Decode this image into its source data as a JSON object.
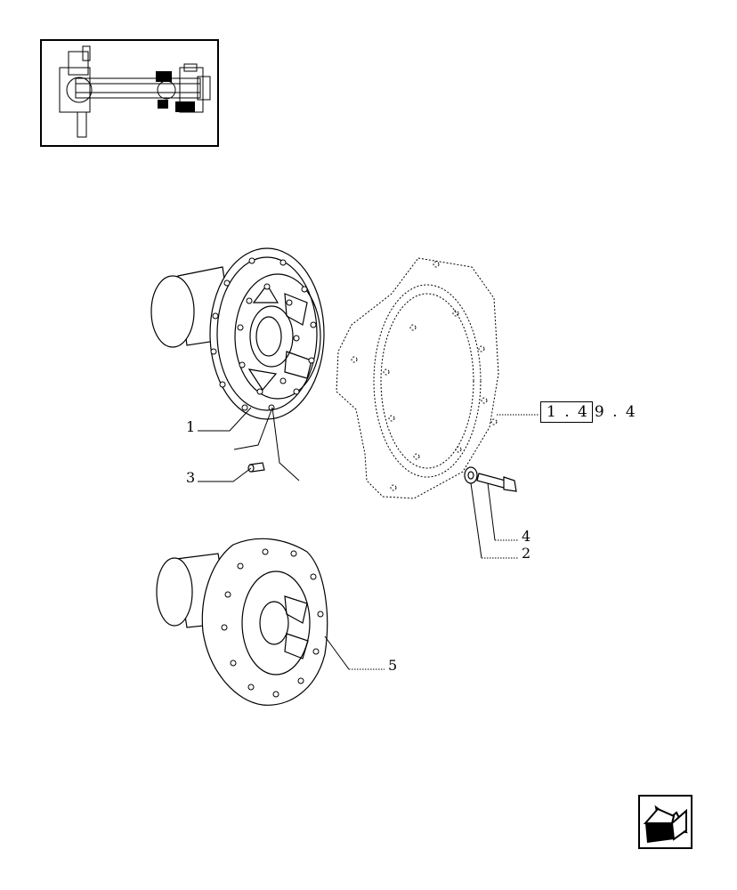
{
  "thumbnail": {
    "icon": "axle-assembly-thumbnail"
  },
  "callouts": [
    {
      "id": "1",
      "label": "1"
    },
    {
      "id": "2",
      "label": "2"
    },
    {
      "id": "3",
      "label": "3"
    },
    {
      "id": "4",
      "label": "4"
    },
    {
      "id": "5",
      "label": "5"
    }
  ],
  "reference": {
    "boxed": "1 . 4",
    "rest": "9 . 4"
  },
  "nav": {
    "icon": "back-arrow-icon"
  }
}
